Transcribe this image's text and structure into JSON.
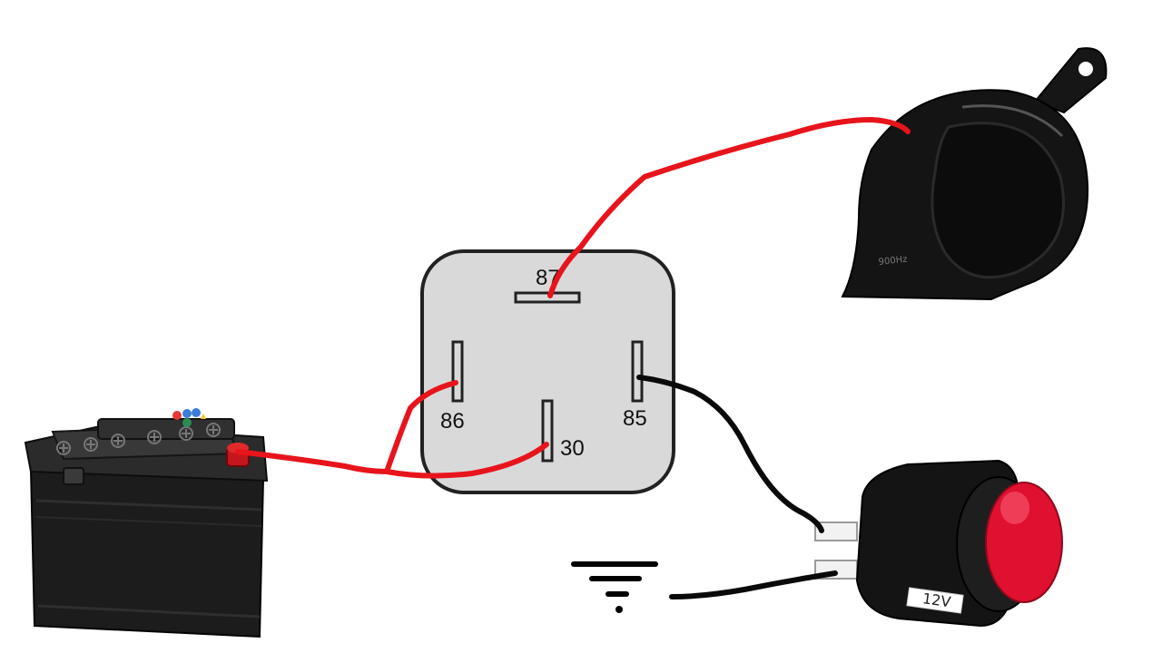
{
  "relay": {
    "pins": [
      {
        "id": "87",
        "label": "87"
      },
      {
        "id": "86",
        "label": "86"
      },
      {
        "id": "85",
        "label": "85"
      },
      {
        "id": "30",
        "label": "30"
      }
    ]
  },
  "horn": {
    "marking": "900Hz"
  },
  "switch": {
    "marking": "12V",
    "button_color": "#e01030"
  },
  "components": {
    "battery": "car-battery",
    "relay": "4-pin-relay",
    "horn": "car-horn",
    "switch": "push-button-switch",
    "ground": "ground-symbol"
  },
  "colors": {
    "positive_wire": "#e8141c",
    "signal_wire": "#0a0a0a",
    "relay_body": "#d9d9d9",
    "relay_outline": "#222222"
  }
}
